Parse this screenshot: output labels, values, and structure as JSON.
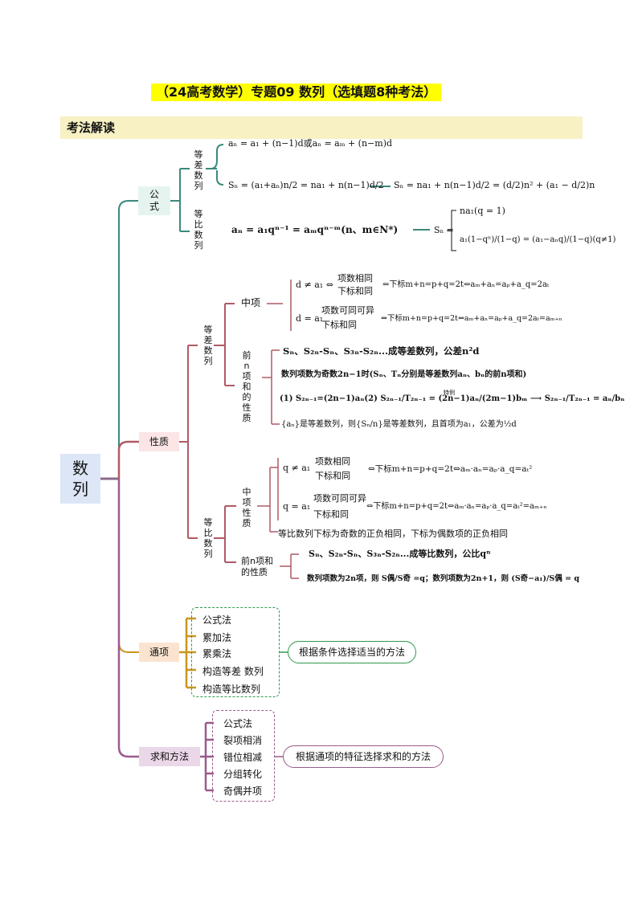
{
  "title": "（24高考数学）专题09  数列（选填题8种考法）",
  "section": "考法解读",
  "root": "数\n列",
  "formulas": {
    "label": "公\n式",
    "arith_label": "等\n差\n数\n列",
    "arith_an": "aₙ = a₁ + (n−1)d或aₙ = aₘ + (n−m)d",
    "arith_sn": "Sₙ = (a₁+aₙ)n/2 = na₁ + n(n−1)d/2",
    "arith_sn2": "Sₙ = na₁ + n(n−1)d/2 = (d/2)n² + (a₁ − d/2)n",
    "geo_label": "等\n比\n数\n列",
    "geo_an": "aₙ = a₁qⁿ⁻¹ = aₘqⁿ⁻ᵐ(n、m∈N*)",
    "geo_sn_case1": "na₁(q = 1)",
    "geo_sn_case2": "a₁(1−qⁿ)/(1−q) = (a₁−aₙq)/(1−q)(q≠1)",
    "geo_sn_prefix": "Sₙ ="
  },
  "properties": {
    "label": "性质",
    "arith_label": "等\n差\n数\n列",
    "mid_label": "中项",
    "d_ne": "d ≠ a₁ ⇔",
    "d_ne_a": "项数相同",
    "d_ne_b": "下标和同",
    "d_ne_res": "⇔下标m+n=p+q=2t⇔aₘ+aₙ=aₚ+a_q=2aₜ",
    "d_eq": "d = a₁",
    "d_eq_a": "项数可同可异",
    "d_eq_b": "下标和同",
    "d_eq_res": "⇔下标m+n=p+q=2t⇔aₘ+aₙ=aₚ+a_q=2aₜ=aₘ₊ₙ",
    "sum_label": "前\nn\n项\n和\n的\n性\n质",
    "sum1": "Sₙ、S₂ₙ-Sₙ、S₃ₙ-S₂ₙ...成等差数列，公差n²d",
    "sum2": "数列项数为奇数2n−1时(Sₙ、Tₙ分别是等差数列aₙ、bₙ的前n项和)",
    "sum3": "(1) S₂ₙ₋₁=(2n−1)aₙ(2) S₂ₙ₋₁/T₂ₙ₋₁ = (2n−1)aₙ/(2m−1)bₘ ⟶ S₂ₙ₋₁/T₂ₙ₋₁ = aₙ/bₙ",
    "sum3_arrow": "特例",
    "sum4": "{aₙ}是等差数列，则{Sₙ/n}是等差数列，且首项为a₁，公差为½d",
    "geo_label": "等\n比\n数\n列",
    "geo_mid_label": "中\n项\n性\n质",
    "q_ne": "q ≠ a₁",
    "q_ne_a": "项数相同",
    "q_ne_b": "下标和同",
    "q_ne_res": "⇔下标m+n=p+q=2t⇔aₘ·aₙ=aₚ·a_q=aₜ²",
    "q_eq": "q = a₁",
    "q_eq_a": "项数可同可异",
    "q_eq_b": "下标和同",
    "q_eq_res": "⇔下标m+n=p+q=2t⇔aₘ·aₙ=aₚ·a_q=aₜ²=aₘ₊ₙ",
    "geo_note": "等比数列下标为奇数的正负相同，下标为偶数项的正负相同",
    "geo_sum_label": "前n项和\n的性质",
    "geo_sum1": "Sₙ、S₂ₙ-Sₙ、S₃ₙ-S₂ₙ...成等比数列，公比qⁿ",
    "geo_sum2": "数列项数为2n项，则 S偶/S奇 =q；数列项数为2n+1，则 (S奇−a₁)/S偶 = q"
  },
  "general": {
    "label": "通项",
    "items": [
      "公式法",
      "累加法",
      "累乘法",
      "构造等差  数列",
      "构造等比数列"
    ],
    "note": "根据条件选择适当的方法"
  },
  "summation": {
    "label": "求和方法",
    "items": [
      "公式法",
      "裂项相消",
      "错位相减",
      "分组转化",
      "奇偶并项"
    ],
    "note": "根据通项的特征选择求和的方法"
  },
  "colors": {
    "title_bg": "#ffff00",
    "section_bg": "#f7f1c4",
    "teal": "#3a8a7c",
    "rose": "#b05a66",
    "gold": "#c8961e",
    "plum": "#9a5a8c",
    "green_dash": "#2e9a4a"
  }
}
